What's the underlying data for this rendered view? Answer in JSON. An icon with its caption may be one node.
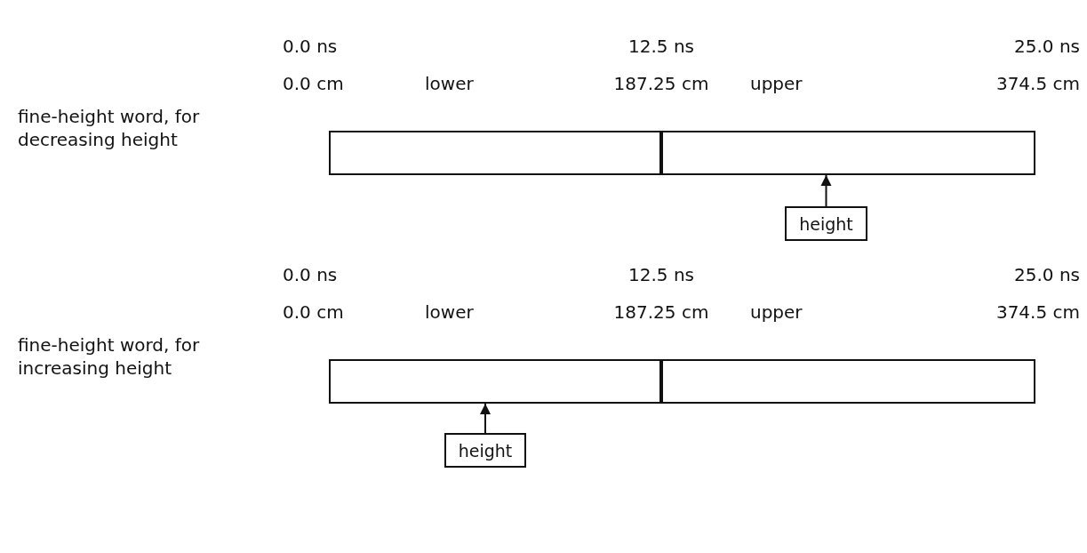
{
  "diagram": {
    "nodes": [
      {
        "text": [
          "lower"
        ]
      },
      {
        "text": [
          "upper"
        ]
      },
      {
        "text": [
          "height"
        ]
      },
      {
        "text": [
          "lower"
        ]
      },
      {
        "text": [
          "upper"
        ]
      },
      {
        "text": [
          "height"
        ]
      }
    ],
    "edges": [
      {
        "from": 2,
        "to": 1,
        "arrow": "to"
      },
      {
        "from": 5,
        "to": 3,
        "arrow": "to"
      }
    ],
    "labels": [
      "0.0 ns",
      "12.5 ns",
      "25.0 ns",
      "0.0 cm",
      "187.25 cm",
      "374.5 cm",
      "fine-height word, for decreasing height",
      "0.0 ns",
      "12.5 ns",
      "25.0 ns",
      "0.0 cm",
      "187.25 cm",
      "374.5 cm",
      "fine-height word, for increasing height"
    ]
  }
}
